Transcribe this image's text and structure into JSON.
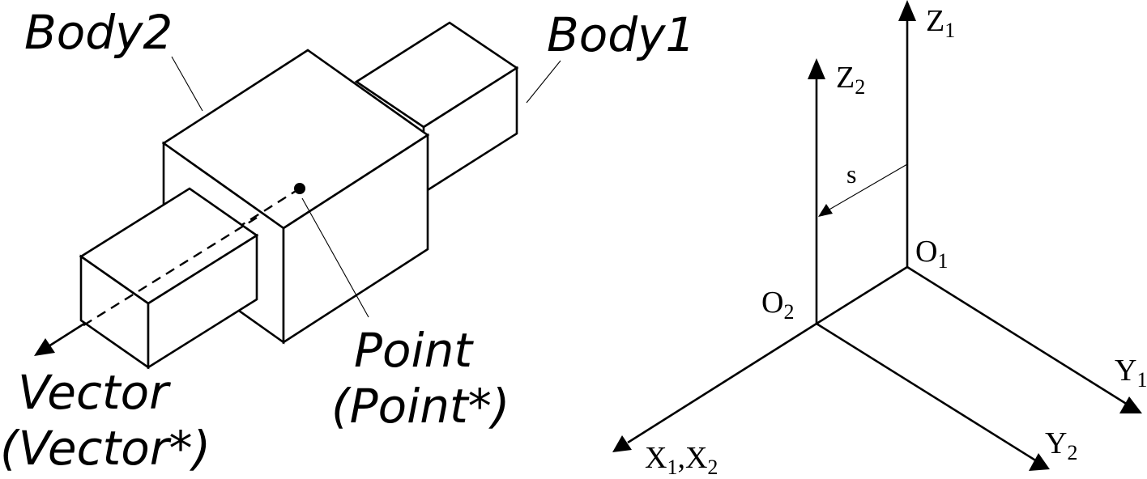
{
  "left_figure": {
    "body2_label": "Body2",
    "body1_label": "Body1",
    "point_label": "Point",
    "point_alt_label": "(Point*)",
    "vector_label": "Vector",
    "vector_alt_label": "(Vector*)"
  },
  "right_figure": {
    "z1": {
      "base": "Z",
      "sub": "1"
    },
    "z2": {
      "base": "Z",
      "sub": "2"
    },
    "o1": {
      "base": "O",
      "sub": "1"
    },
    "o2": {
      "base": "O",
      "sub": "2"
    },
    "y1": {
      "base": "Y",
      "sub": "1"
    },
    "y2": {
      "base": "Y",
      "sub": "2"
    },
    "x12": {
      "base1": "X",
      "sub1": "1",
      "sep": ",",
      "base2": "X",
      "sub2": "2"
    },
    "offset_label": "s"
  }
}
